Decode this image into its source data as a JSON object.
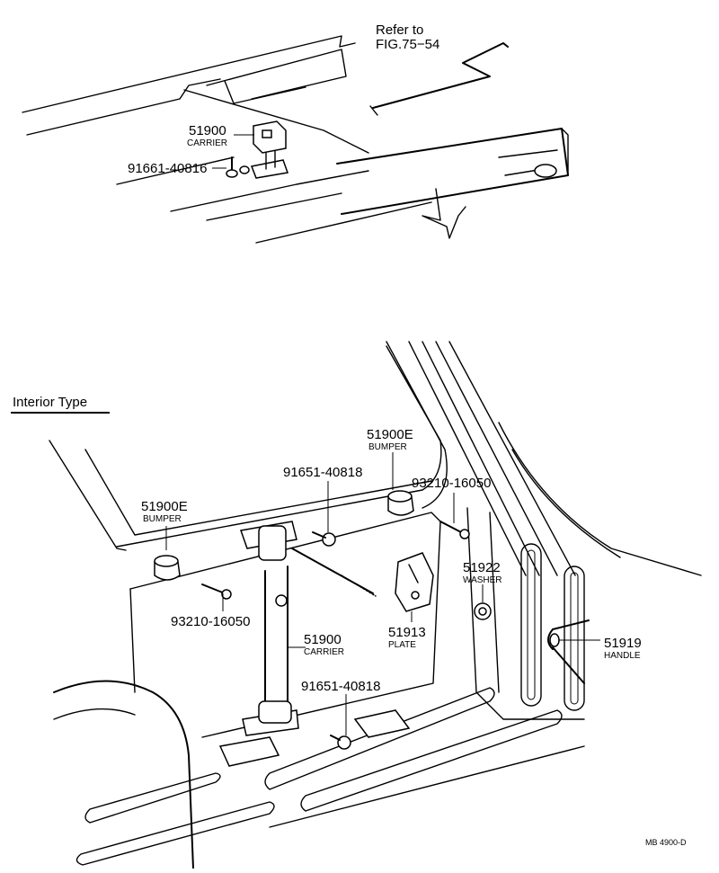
{
  "section_title": "Interior Type",
  "reference_note": {
    "line1": "Refer to",
    "line2": "FIG.75−54"
  },
  "drawing_code": "MB 4900-D",
  "callouts": {
    "top_carrier": {
      "number": "51900",
      "name": "CARRIER"
    },
    "top_bolt": {
      "number": "91661-40816"
    },
    "bumper_left": {
      "number": "51900E",
      "name": "BUMPER"
    },
    "bumper_right": {
      "number": "51900E",
      "name": "BUMPER"
    },
    "nut_upper": {
      "number": "91651-40818"
    },
    "nut_lower": {
      "number": "91651-40818"
    },
    "bolt_right": {
      "number": "93210-16050"
    },
    "bolt_left": {
      "number": "93210-16050"
    },
    "washer": {
      "number": "51922",
      "name": "WASHER"
    },
    "plate": {
      "number": "51913",
      "name": "PLATE"
    },
    "carrier": {
      "number": "51900",
      "name": "CARRIER"
    },
    "handle": {
      "number": "51919",
      "name": "HANDLE"
    }
  }
}
